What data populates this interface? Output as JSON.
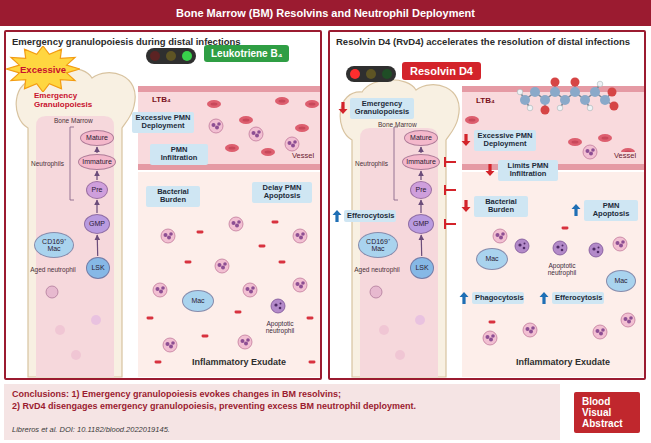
{
  "diagram": {
    "title": "Bone Marrow (BM) Resolvins and Neutrophil Deployment",
    "caption": "Libreros et al. DOI: 10.1182/blood.2022019145.",
    "nodes": [
      {
        "text": [
          "Emergency granulopoiesis during distal infections"
        ]
      },
      {
        "text": [
          "Excessive"
        ],
        "in": 0
      },
      {
        "text": [
          "Leukotriene B₄"
        ],
        "in": 0
      },
      {
        "text": [
          "Excessive PMN Deployment"
        ],
        "in": 0
      },
      {
        "text": [
          "PMN Infiltration"
        ],
        "in": 0
      },
      {
        "text": [
          "Bacterial Burden"
        ],
        "in": 0
      },
      {
        "text": [
          "Delay PMN Apoptosis"
        ],
        "in": 0
      },
      {
        "text": [
          "Mature"
        ],
        "in": 0
      },
      {
        "text": [
          "Immature"
        ],
        "in": 0
      },
      {
        "text": [
          "Pre"
        ],
        "in": 0
      },
      {
        "text": [
          "GMP"
        ],
        "in": 0
      },
      {
        "text": [
          "CD169⁺",
          "Mac"
        ],
        "in": 0
      },
      {
        "text": [
          "LSK"
        ],
        "in": 0
      },
      {
        "text": [
          "Mac"
        ],
        "in": 0
      },
      {
        "text": [
          "Resolvin D4 (RvD4) accelerates the resolution of distal infections"
        ]
      },
      {
        "text": [
          "Resolvin D4"
        ],
        "in": 14
      },
      {
        "text": [
          "Emergency Granulopoiesis"
        ],
        "in": 14
      },
      {
        "text": [
          "Excessive PMN Deployment"
        ],
        "in": 14
      },
      {
        "text": [
          "Limits PMN Infiltration"
        ],
        "in": 14
      },
      {
        "text": [
          "Bacterial Burden"
        ],
        "in": 14
      },
      {
        "text": [
          "PMN Apoptosis"
        ],
        "in": 14
      },
      {
        "text": [
          "Mature"
        ],
        "in": 14
      },
      {
        "text": [
          "Immature"
        ],
        "in": 14
      },
      {
        "text": [
          "Pre"
        ],
        "in": 14
      },
      {
        "text": [
          "Efferocytosis"
        ],
        "in": 14
      },
      {
        "text": [
          "GMP"
        ],
        "in": 14
      },
      {
        "text": [
          "CD169⁺",
          "Mac"
        ],
        "in": 14
      },
      {
        "text": [
          "LSK"
        ],
        "in": 14
      },
      {
        "text": [
          "Mac"
        ],
        "in": 14
      },
      {
        "text": [
          "Phagocytosis"
        ],
        "in": 14
      },
      {
        "text": [
          "Efferocytosis"
        ],
        "in": 14
      },
      {
        "text": [
          "Mac"
        ],
        "in": 14
      },
      {
        "text": [
          "Conclusions: 1) Emergency granulopoiesis evokes changes in BM resolvins;",
          "2) RvD4 disengages emergency granulopoiesis, preventing excess BM neutrophil deployment."
        ]
      },
      {
        "text": [
          "Blood Visual Abstract"
        ]
      }
    ],
    "edges": [
      {
        "from": 12,
        "to": 10,
        "arrow": "to"
      },
      {
        "from": 10,
        "to": 9,
        "arrow": "to"
      },
      {
        "from": 9,
        "to": 8,
        "arrow": "to"
      },
      {
        "from": 8,
        "to": 7,
        "arrow": "to"
      },
      {
        "from": 27,
        "to": 25,
        "arrow": "to"
      },
      {
        "from": 25,
        "to": 23,
        "arrow": "to"
      },
      {
        "from": 23,
        "to": 22,
        "arrow": "to"
      },
      {
        "from": 22,
        "to": 21,
        "arrow": "to"
      }
    ],
    "labels": [
      "Emergency Granulopoiesis",
      "Bone Marrow",
      "Neutrophils",
      "Aged neutrophil",
      "LTB₄",
      "Vessel",
      "Apoptotic neutrophil",
      "Inflammatory Exudate",
      "Bone Marrow",
      "Neutrophils",
      "Aged neutrophil",
      "LTB₄",
      "Vessel",
      "Apoptotic neutrophil",
      "Inflammatory Exudate"
    ]
  }
}
